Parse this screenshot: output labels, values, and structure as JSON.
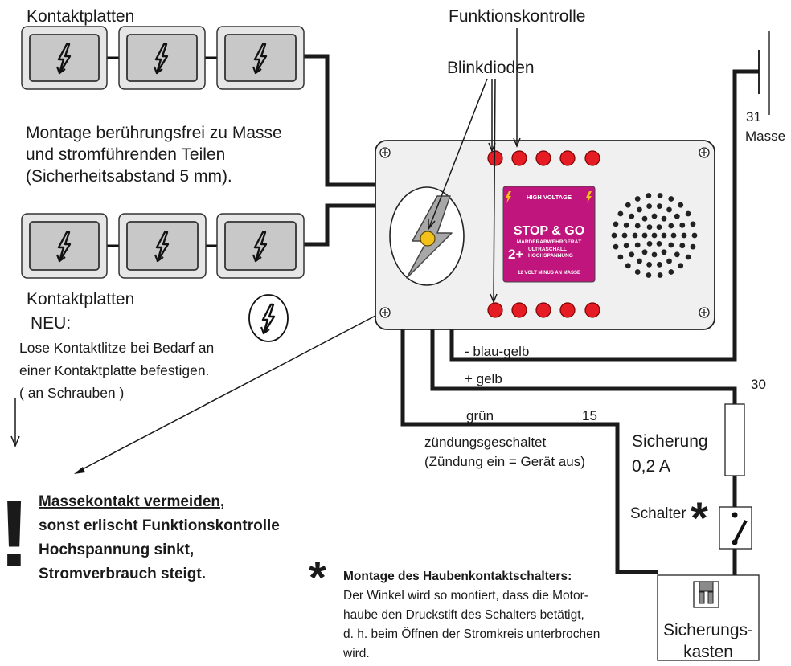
{
  "labels": {
    "contact_plates_top": "Kontaktplatten",
    "contact_plates_bottom": "Kontaktplatten",
    "function_control": "Funktionskontrolle",
    "blink_diodes": "Blinkdioden",
    "mounting_line1": "Montage berührungsfrei zu Masse",
    "mounting_line2": "und stromführenden Teilen",
    "mounting_line3": "(Sicherheitsabstand 5 mm).",
    "new_label": "NEU:",
    "new_line1": "Lose Kontaktlitze bei Bedarf an",
    "new_line2": "einer Kontaktplatte befestigen.",
    "new_line3": "( an Schrauben )",
    "terminal_31": "31",
    "ground": "Masse",
    "terminal_30": "30",
    "terminal_15": "15",
    "wire_blue_yellow": "- blau-gelb",
    "wire_yellow": "+ gelb",
    "wire_green": "grün",
    "ignition_switched": "zündungsgeschaltet",
    "ignition_note": "(Zündung ein = Gerät aus)",
    "fuse_line1": "Sicherung",
    "fuse_line2": "0,2 A",
    "switch": "Schalter",
    "fusebox_line1": "Sicherungs-",
    "fusebox_line2": "kasten",
    "asterisk": "*"
  },
  "warning": {
    "mark": "!",
    "line1": "Massekontakt vermeiden,",
    "line2": "sonst erlischt Funktionskontrolle",
    "line3": "Hochspannung sinkt,",
    "line4": "Stromverbrauch steigt."
  },
  "note": {
    "title": "Montage des Haubenkontaktschalters:",
    "line1": "Der Winkel wird so montiert, dass die Motor-",
    "line2": "haube den Druckstift des Schalters betätigt,",
    "line3": "d. h. beim Öffnen der Stromkreis unterbrochen",
    "line4": "wird."
  },
  "device_label": {
    "high_voltage": "HIGH VOLTAGE",
    "product": "STOP & GO",
    "type": "MARDERABWEHRGERÄT",
    "model": "2+",
    "ultrasound": "ULTRASCHALL",
    "high_tension": "HOCHSPANNUNG",
    "footer": "12 VOLT MINUS AN MASSE"
  },
  "colors": {
    "led": "#e51c23",
    "label_background": "#c0157d",
    "lightning_badge": "#f2c21a",
    "wire": "#1a1a1a",
    "plate": "#c8c8c8",
    "device": "#f0f0f0"
  },
  "icons": {
    "plate_symbol": "lightning-icon",
    "high_voltage_symbol": "high-voltage-icon",
    "ground_symbol": "ground-icon",
    "switch_symbol": "switch-icon",
    "fuse_symbol": "fuse-icon"
  }
}
